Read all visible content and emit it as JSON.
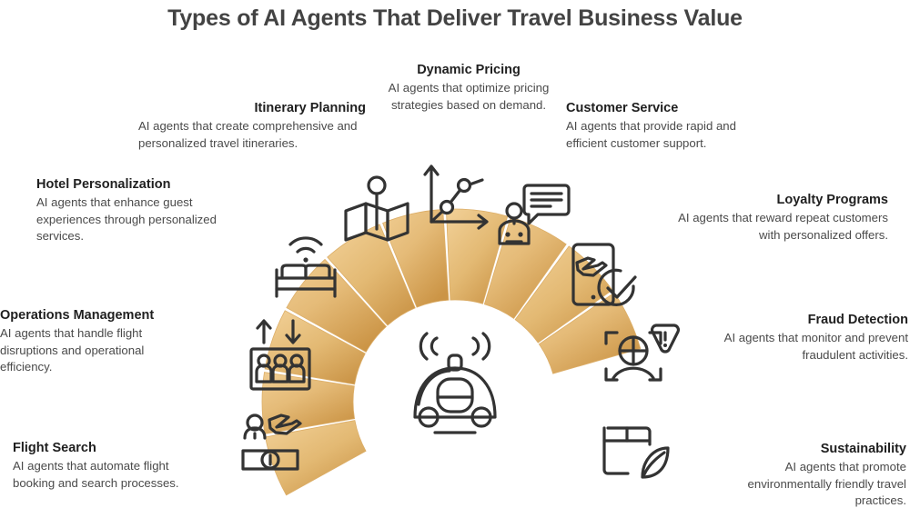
{
  "header": {
    "title": "Types of AI Agents That Deliver Travel Business Value"
  },
  "theme": {
    "title_color": "#434343",
    "label_title_color": "#1f1f1f",
    "label_desc_color": "#4a4a4a",
    "petal_light": "#edc787",
    "petal_dark": "#cf9c4d",
    "petal_stroke": "#d8a95f",
    "icon_color": "#333333",
    "background": "#ffffff"
  },
  "center": {
    "icon": "autonomous-car-icon",
    "description": "Self-driving car with signal waves"
  },
  "segments": [
    {
      "id": "flight-search",
      "title": "Flight Search",
      "desc": "AI agents that automate flight booking and search processes.",
      "icon": "airport-check-in-desk-icon",
      "side": "left"
    },
    {
      "id": "operations-management",
      "title": "Operations Management",
      "desc": "AI agents that handle flight disruptions and operational efficiency.",
      "icon": "passenger-flow-elevator-icon",
      "side": "left"
    },
    {
      "id": "hotel-personalization",
      "title": "Hotel Personalization",
      "desc": "AI agents that enhance guest experiences through personalized services.",
      "icon": "smart-bed-wifi-icon",
      "side": "left"
    },
    {
      "id": "itinerary-planning",
      "title": "Itinerary Planning",
      "desc": "AI agents that create comprehensive and personalized travel itineraries.",
      "icon": "map-pin-icon",
      "side": "left"
    },
    {
      "id": "dynamic-pricing",
      "title": "Dynamic Pricing",
      "desc": "AI agents that optimize pricing strategies based on demand.",
      "icon": "line-chart-icon",
      "side": "center"
    },
    {
      "id": "customer-service",
      "title": "Customer Service",
      "desc": "AI agents that provide rapid and efficient customer support.",
      "icon": "chatbot-speech-bubble-icon",
      "side": "right"
    },
    {
      "id": "loyalty-programs",
      "title": "Loyalty Programs",
      "desc": "AI agents that reward repeat customers with personalized offers.",
      "icon": "mobile-flight-check-icon",
      "side": "right"
    },
    {
      "id": "fraud-detection",
      "title": "Fraud Detection",
      "desc": "AI agents that monitor and prevent fraudulent activities.",
      "icon": "face-scan-alert-icon",
      "side": "right"
    },
    {
      "id": "sustainability",
      "title": "Sustainability",
      "desc": "AI agents that promote environmentally friendly travel practices.",
      "icon": "eco-package-leaf-icon",
      "side": "right"
    }
  ]
}
